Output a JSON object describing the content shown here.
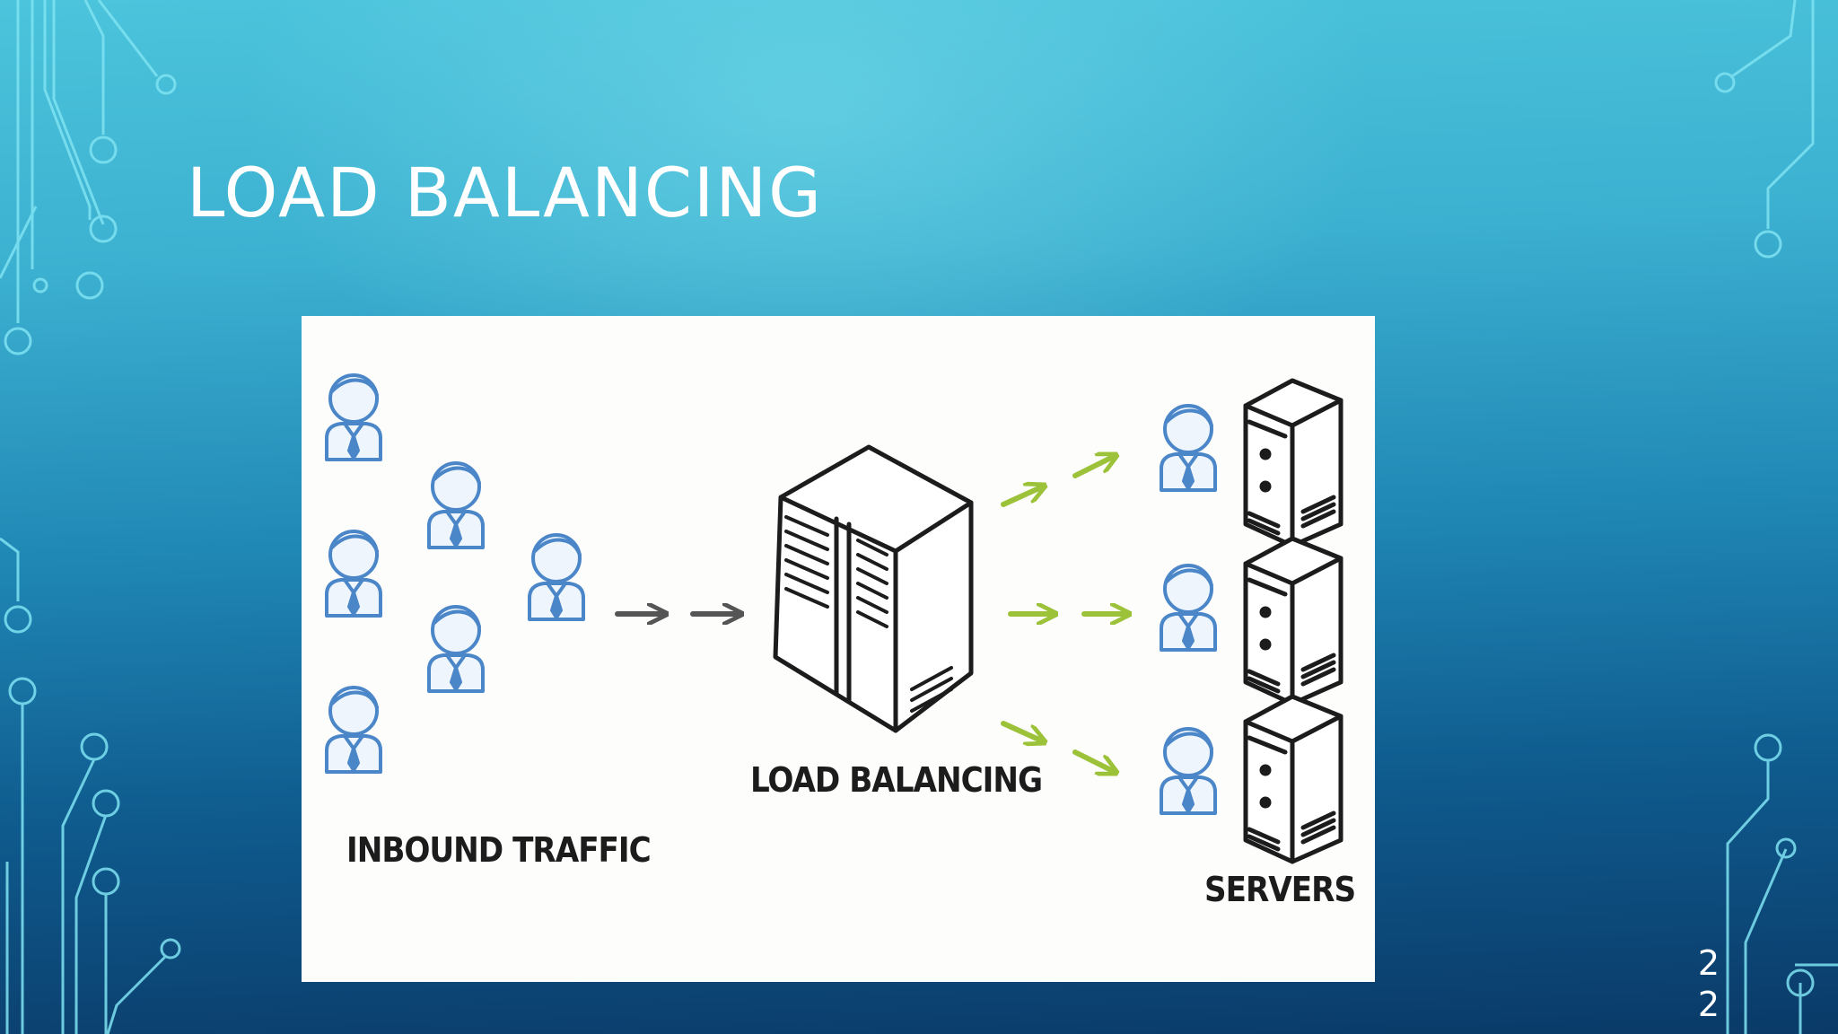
{
  "slide": {
    "title": "LOAD BALANCING",
    "page_number": "22"
  },
  "diagram": {
    "labels": {
      "inbound": "INBOUND TRAFFIC",
      "balancer": "LOAD BALANCING",
      "servers": "SERVERS"
    }
  },
  "colors": {
    "person_stroke": "#4a86c8",
    "arrow_grey": "#555555",
    "arrow_green": "#9cc23a",
    "line_ink": "#1c1c1c"
  }
}
